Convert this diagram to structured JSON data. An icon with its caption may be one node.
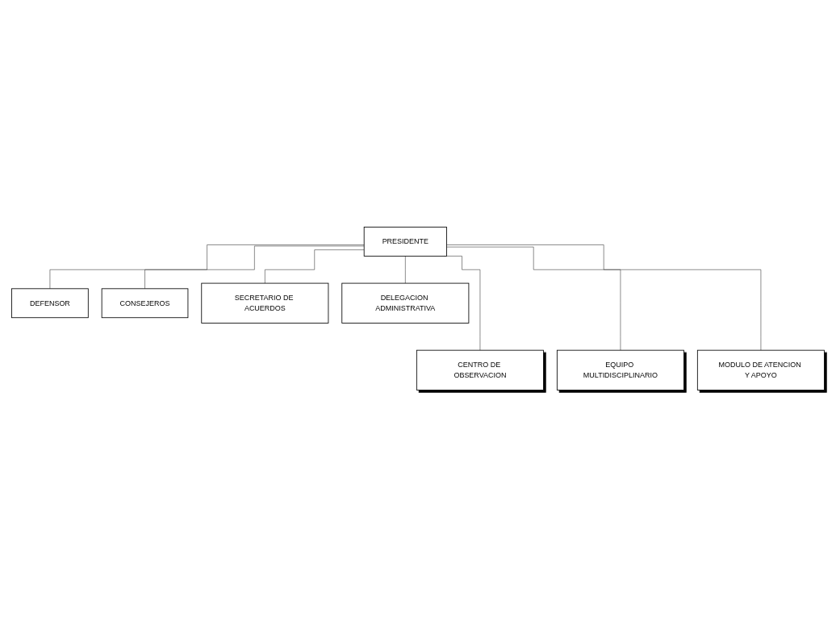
{
  "diagram": {
    "nodes": [
      {
        "text": [
          "PRESIDENTE"
        ]
      },
      {
        "text": [
          "DEFENSOR"
        ]
      },
      {
        "text": [
          "CONSEJEROS"
        ]
      },
      {
        "text": [
          "SECRETARIO DE ACUERDOS"
        ]
      },
      {
        "text": [
          "DELEGACION ADMINISTRATIVA"
        ]
      },
      {
        "text": [
          "CENTRO DE OBSERVACION"
        ]
      },
      {
        "text": [
          "EQUIPO MULTIDISCIPLINARIO"
        ]
      },
      {
        "text": [
          "MODULO DE ATENCION Y APOYO"
        ]
      }
    ],
    "edges": [
      {
        "from": 0,
        "to": 1,
        "arrow": "none"
      },
      {
        "from": 0,
        "to": 2,
        "arrow": "none"
      },
      {
        "from": 0,
        "to": 3,
        "arrow": "none"
      },
      {
        "from": 0,
        "to": 4,
        "arrow": "none"
      },
      {
        "from": 0,
        "to": 5,
        "arrow": "none"
      },
      {
        "from": 0,
        "to": 6,
        "arrow": "none"
      },
      {
        "from": 0,
        "to": 7,
        "arrow": "none"
      }
    ]
  }
}
